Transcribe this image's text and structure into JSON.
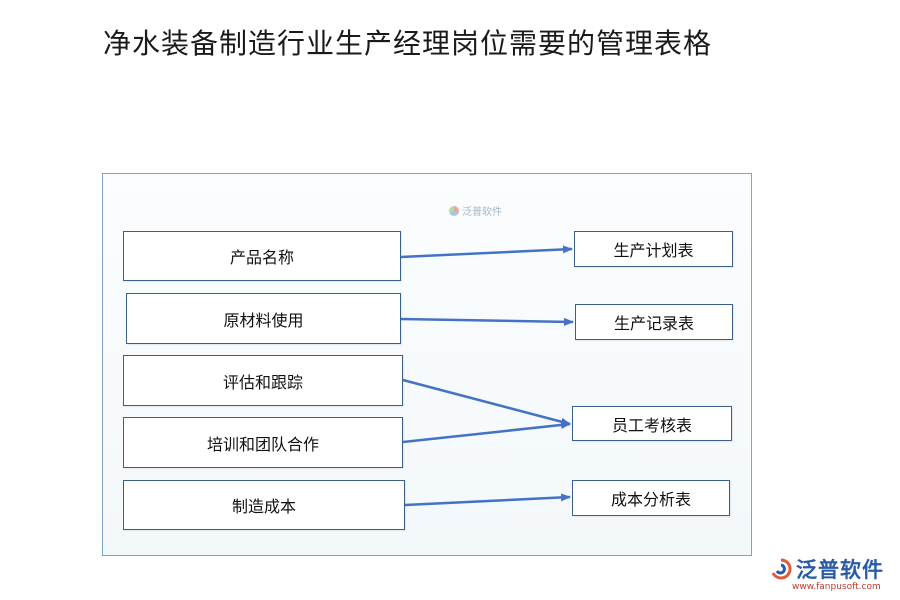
{
  "title": "净水装备制造行业生产经理岗位需要的管理表格",
  "watermark": "泛普软件",
  "left_nodes": [
    {
      "label": "产品名称"
    },
    {
      "label": "原材料使用"
    },
    {
      "label": "评估和跟踪"
    },
    {
      "label": "培训和团队合作"
    },
    {
      "label": "制造成本"
    }
  ],
  "right_nodes": [
    {
      "label": "生产计划表"
    },
    {
      "label": "生产记录表"
    },
    {
      "label": "员工考核表"
    },
    {
      "label": "成本分析表"
    }
  ],
  "edges": [
    {
      "from": "产品名称",
      "to": "生产计划表"
    },
    {
      "from": "原材料使用",
      "to": "生产记录表"
    },
    {
      "from": "评估和跟踪",
      "to": "员工考核表"
    },
    {
      "from": "培训和团队合作",
      "to": "员工考核表"
    },
    {
      "from": "制造成本",
      "to": "成本分析表"
    }
  ],
  "brand": {
    "name": "泛普软件",
    "url": "www.fanpusoft.com"
  },
  "colors": {
    "arrow": "#4472c4",
    "box_border": "#3a5f88",
    "frame_border": "#7aa6c8",
    "brand": "#2a5aa8"
  }
}
